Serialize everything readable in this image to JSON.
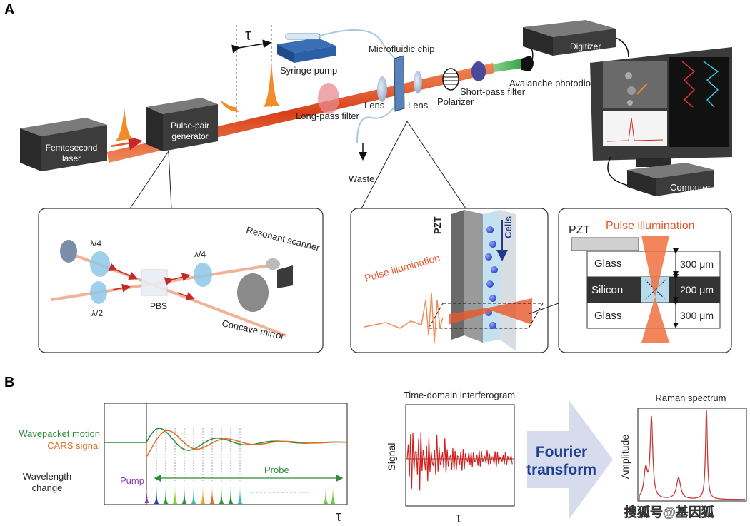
{
  "panels": {
    "a": "A",
    "b": "B"
  },
  "setup": {
    "tau": "τ",
    "syringe_pump": "Syringe pump",
    "microfluidic_chip": "Microfluidic chip",
    "digitizer": "Digitizer",
    "avalanche_photodiode": "Avalanche photodioide",
    "short_pass_filter": "Short-pass filter",
    "polarizer": "Polarizer",
    "lens_left": "Lens",
    "lens_right": "Lens",
    "long_pass_filter": "Long-pass filter",
    "femtosecond_laser_1": "Femtosecond",
    "femtosecond_laser_2": "laser",
    "pulse_pair_1": "Pulse-pair",
    "pulse_pair_2": "generator",
    "waste": "Waste",
    "computer": "Computer"
  },
  "inset_pulse_pair": {
    "quarter_wave_1": "λ/4",
    "quarter_wave_2": "λ/4",
    "half_wave": "λ/2",
    "pbs": "PBS",
    "resonant_scanner": "Resonant scanner",
    "concave_mirror": "Concave mirror"
  },
  "inset_chip": {
    "pzt": "PZT",
    "cells": "Cells",
    "pulse_illumination": "Pulse illumination"
  },
  "inset_cross_section": {
    "pzt": "PZT",
    "pulse_illumination": "Pulse illumination",
    "glass_top": "Glass",
    "silicon": "Silicon",
    "glass_bottom": "Glass",
    "thickness_top": "300 μm",
    "thickness_mid": "200 μm",
    "thickness_bottom": "300 μm"
  },
  "panel_b": {
    "wavepacket_motion": "Wavepacket motion",
    "cars_signal": "CARS signal",
    "wavelength_change_1": "Wavelength",
    "wavelength_change_2": "change",
    "pump": "Pump",
    "probe": "Probe",
    "tau_axis": "τ",
    "interferogram_title": "Time-domain interferogram",
    "signal_axis": "Signal",
    "tau_axis_2": "τ",
    "fourier_1": "Fourier",
    "fourier_2": "transform",
    "raman_title": "Raman spectrum",
    "amplitude_axis": "Amplitude",
    "watermark": "搜狐号@基因狐"
  },
  "colors": {
    "beam": "#e8562a",
    "wavepacket": "#2e8b3a",
    "cars": "#e07020",
    "pump": "#8a3fb0",
    "probe": "#2e8b3a",
    "interferogram": "#d62020",
    "raman": "#c03a3a",
    "fourier_arrow": "#d6dcee",
    "fourier_text": "#1f3f8f"
  }
}
